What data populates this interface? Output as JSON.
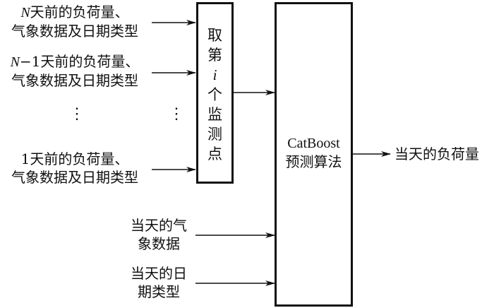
{
  "inputs": [
    {
      "line1_var": "N",
      "line1_rest": "天前的负荷量、",
      "line2": "气象数据及日期类型"
    },
    {
      "line1_var": "N",
      "line1_rest": "−1天前的负荷量、",
      "line2": "气象数据及日期类型"
    },
    {
      "line1_var": "",
      "line1_rest": "1天前的负荷量、",
      "line2": "气象数据及日期类型"
    }
  ],
  "ellipsis": "⋮",
  "selector_box": {
    "chars": [
      "取",
      "第",
      "i",
      "个",
      "监",
      "测",
      "点"
    ]
  },
  "model_box": {
    "line1": "CatBoost",
    "line2": "预测算法"
  },
  "output": {
    "label": "当天的负荷量"
  },
  "current_inputs": [
    {
      "line1": "当天的气",
      "line2": "象数据"
    },
    {
      "line1": "当天的日",
      "line2": "期类型"
    }
  ]
}
